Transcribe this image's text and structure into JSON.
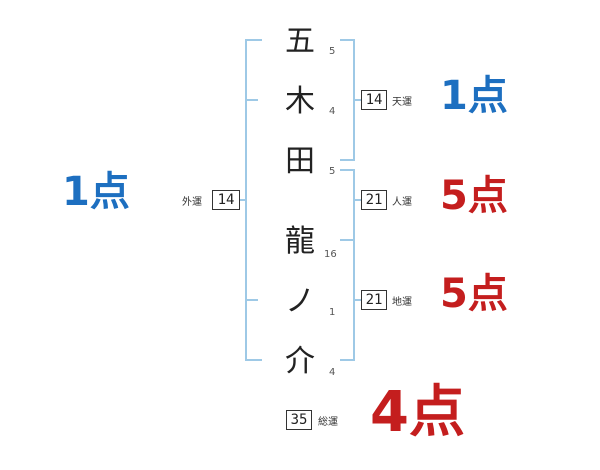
{
  "name_chars": [
    {
      "char": "五",
      "strokes": "5"
    },
    {
      "char": "木",
      "strokes": "4"
    },
    {
      "char": "田",
      "strokes": "5"
    },
    {
      "char": "龍",
      "strokes": "16"
    },
    {
      "char": "ノ",
      "strokes": "1"
    },
    {
      "char": "介",
      "strokes": "4"
    }
  ],
  "kakusu": {
    "tenun": {
      "value": "14",
      "label": "天運",
      "score": "1点"
    },
    "jinun": {
      "value": "21",
      "label": "人運",
      "score": "5点"
    },
    "chiun": {
      "value": "21",
      "label": "地運",
      "score": "5点"
    },
    "gaiun": {
      "value": "14",
      "label": "外運",
      "score": "1点"
    },
    "souun": {
      "value": "35",
      "label": "総運",
      "score": "4点"
    }
  },
  "colors": {
    "bracket": "#9ec9e6",
    "score_good_low": "#1d6fc0",
    "score_high": "#c41e1e"
  }
}
